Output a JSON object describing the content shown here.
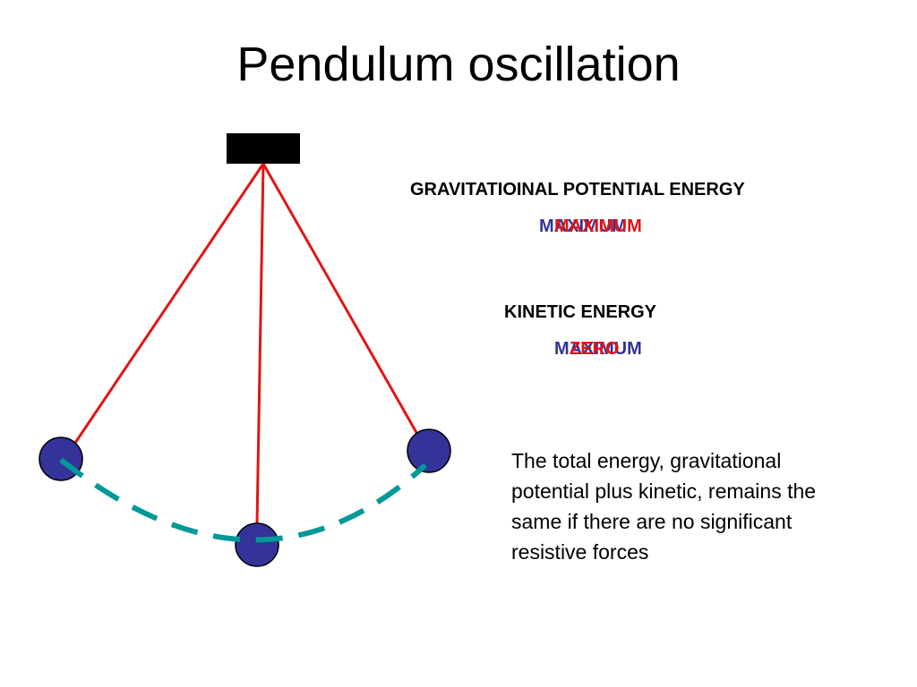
{
  "slide": {
    "title": "Pendulum oscillation",
    "gpe": {
      "heading": "GRAVITATIOINAL POTENTIAL ENERGY",
      "value_a": "MAXIMUM",
      "value_b": "MAXIMUM"
    },
    "ke": {
      "heading": "KINETIC ENERGY",
      "value_a": "MAXIMUM",
      "value_b": "ZERO"
    },
    "note": "The total energy, gravitational potential plus kinetic, remains the same if there are no significant resistive forces"
  },
  "colors": {
    "string": "#e31414",
    "bob": "#333399",
    "bob_outline": "#000000",
    "path": "#009999",
    "support": "#000000",
    "value_blue": "#333399",
    "value_red": "#e31414"
  }
}
